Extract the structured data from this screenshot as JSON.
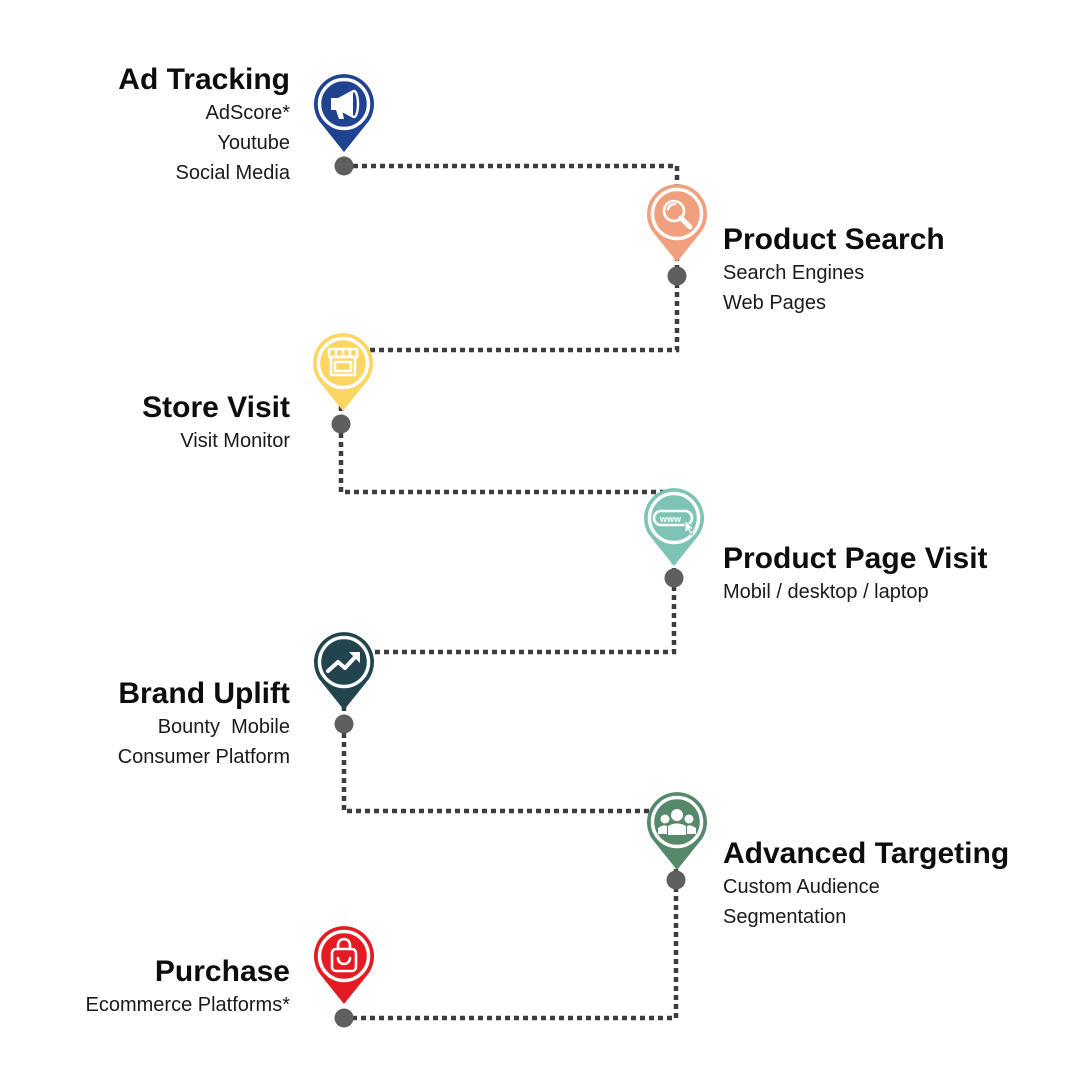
{
  "colors": {
    "connector": "#3d3d3d",
    "dot": "#5f5f5f",
    "icon_glyph": "#ffffff"
  },
  "steps": [
    {
      "id": "ad-tracking",
      "title": "Ad Tracking",
      "lines": [
        "AdScore*",
        "Youtube",
        "Social Media"
      ],
      "color": "#1f4390",
      "icon": "megaphone-icon"
    },
    {
      "id": "product-search",
      "title": "Product Search",
      "lines": [
        "Search Engines",
        "Web Pages"
      ],
      "color": "#f0a07c",
      "icon": "magnifier-icon"
    },
    {
      "id": "store-visit",
      "title": "Store Visit",
      "lines": [
        "Visit Monitor"
      ],
      "color": "#fdd563",
      "icon": "storefront-icon"
    },
    {
      "id": "product-page-visit",
      "title": "Product Page Visit",
      "lines": [
        "Mobil / desktop / laptop"
      ],
      "color": "#7ec4b6",
      "icon": "www-browser-icon"
    },
    {
      "id": "brand-uplift",
      "title": "Brand Uplift",
      "lines": [
        "Bounty  Mobile",
        "Consumer Platform"
      ],
      "color": "#22444d",
      "icon": "trend-up-icon"
    },
    {
      "id": "advanced-targeting",
      "title": "Advanced Targeting",
      "lines": [
        "Custom Audience",
        "Segmentation"
      ],
      "color": "#56896a",
      "icon": "audience-icon"
    },
    {
      "id": "purchase",
      "title": "Purchase",
      "lines": [
        "Ecommerce Platforms*"
      ],
      "color": "#e41b23",
      "icon": "shopping-bag-icon"
    }
  ]
}
